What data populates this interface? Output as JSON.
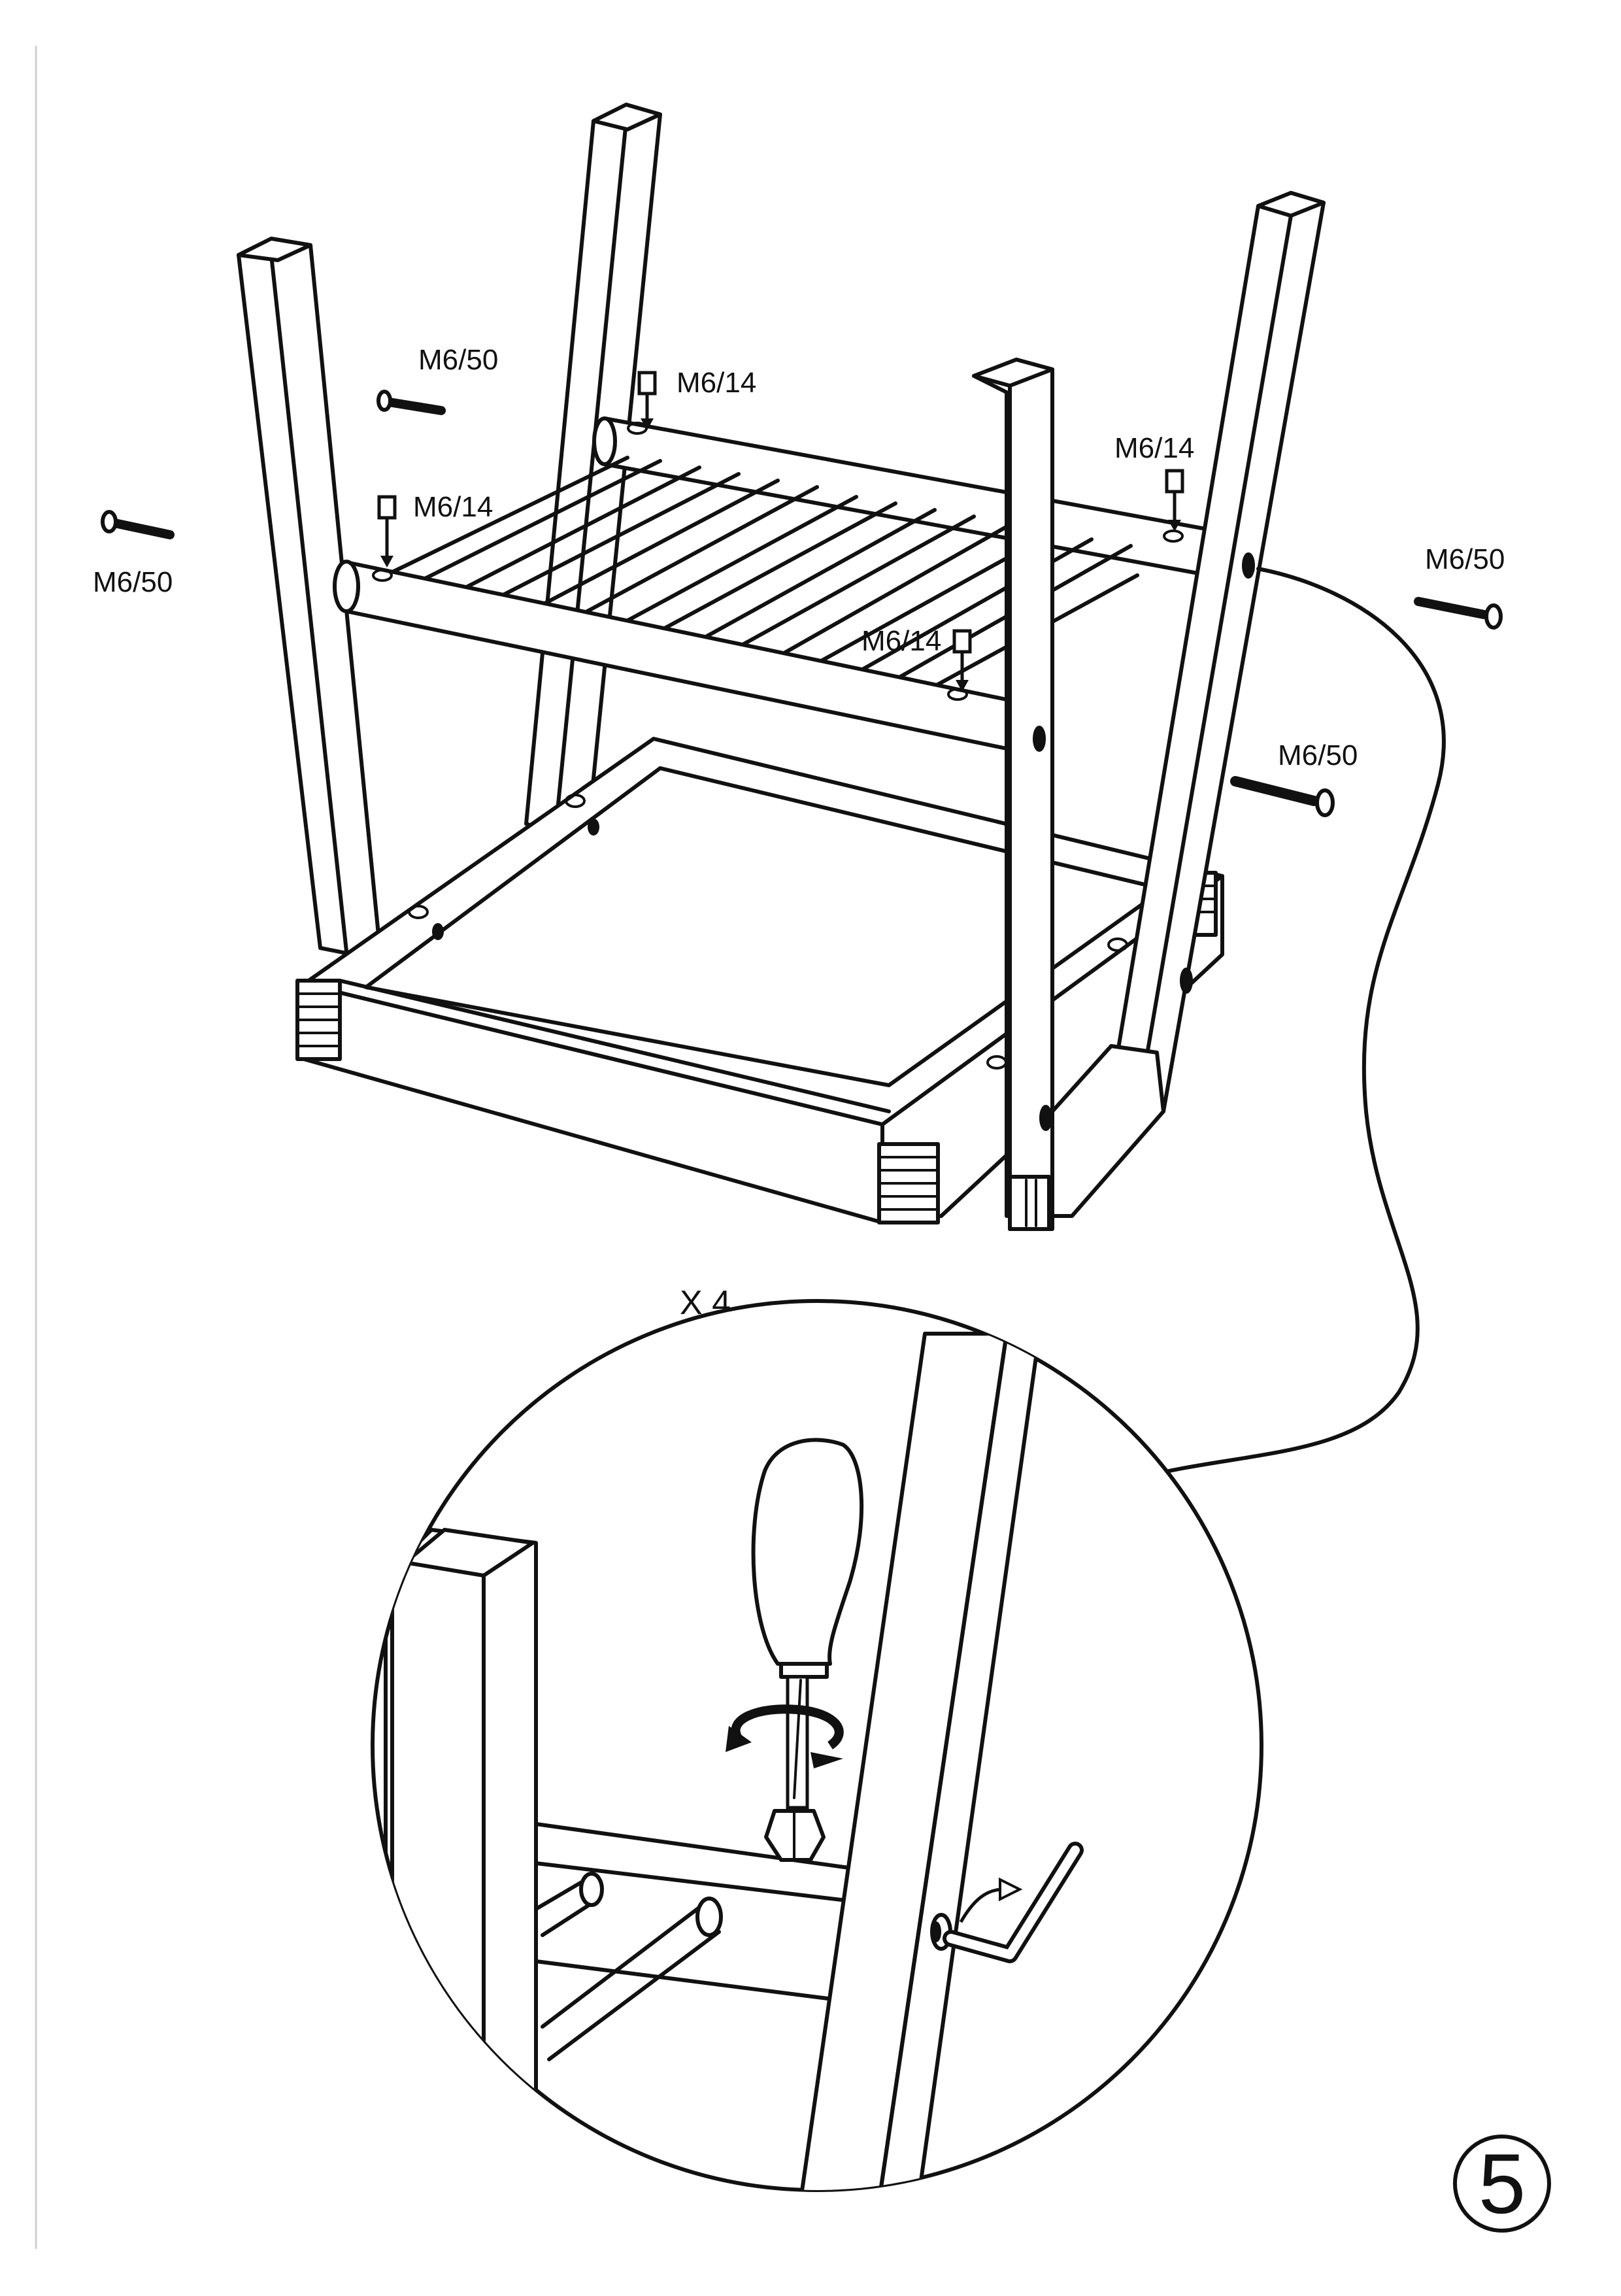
{
  "labels": {
    "bolt_left": "M6/50",
    "bolt_upper_left": "M6/50",
    "bolt_right": "M6/50",
    "bolt_right_lower": "M6/50",
    "nut_a": "M6/14",
    "nut_b": "M6/14",
    "nut_c": "M6/14",
    "nut_d": "M6/14"
  },
  "multiplier": "X 4",
  "step_number": "5",
  "icons": [
    "screwdriver-icon",
    "allen-key-icon",
    "rotate-arrow-icon"
  ]
}
